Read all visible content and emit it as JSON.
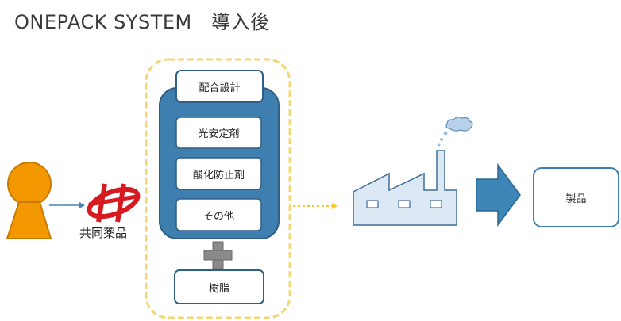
{
  "title": "ONEPACK SYSTEM　導入後",
  "company": "共同薬品",
  "package": {
    "header": "配合設計",
    "items": [
      "光安定剤",
      "酸化防止剤",
      "その他"
    ],
    "resin": "樹脂"
  },
  "product": "製品",
  "colors": {
    "person": "#f39800",
    "package_blue": "#3f7fb0",
    "dashed_border": "#f3d777",
    "factory": "#dce9f5",
    "arrow_blue": "#3f86b8",
    "logo_red": "#d71920",
    "plus_gray": "#8a8a8a"
  }
}
